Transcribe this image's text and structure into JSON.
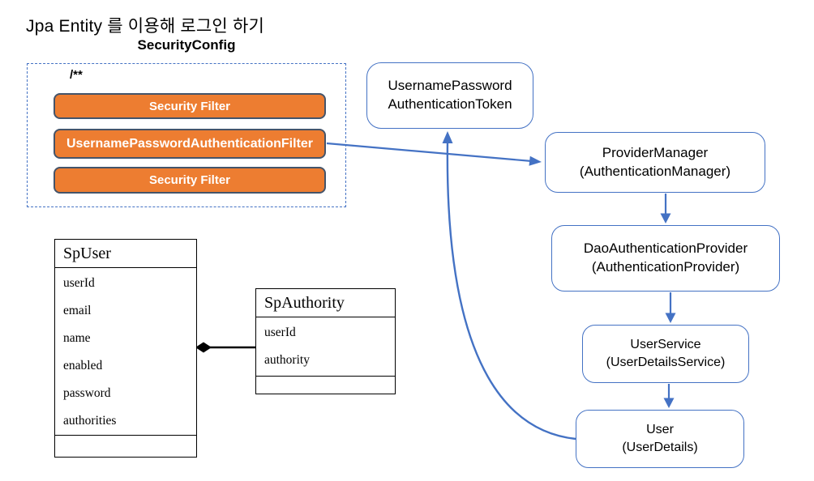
{
  "page": {
    "title": "Jpa Entity 를 이용해 로그인 하기"
  },
  "security_config": {
    "label": "SecurityConfig",
    "comment": "/**",
    "filters": [
      {
        "label": "Security Filter"
      },
      {
        "label": "UsernamePasswordAuthenticationFilter"
      },
      {
        "label": "Security Filter"
      }
    ]
  },
  "flow": {
    "token": {
      "line1": "UsernamePassword",
      "line2": "AuthenticationToken"
    },
    "provider_manager": {
      "line1": "ProviderManager",
      "line2": "(AuthenticationManager)"
    },
    "dao_authentication_provider": {
      "line1": "DaoAuthenticationProvider",
      "line2": "(AuthenticationProvider)"
    },
    "user_service": {
      "line1": "UserService",
      "line2": "(UserDetailsService)"
    },
    "user": {
      "line1": "User",
      "line2": "(UserDetails)"
    }
  },
  "classes": {
    "sp_user": {
      "name": "SpUser",
      "fields": [
        "userId",
        "email",
        "name",
        "enabled",
        "password",
        "authorities"
      ]
    },
    "sp_authority": {
      "name": "SpAuthority",
      "fields": [
        "userId",
        "authority"
      ]
    }
  },
  "colors": {
    "accent_blue": "#4472C4",
    "filter_orange": "#ED7D31",
    "filter_border": "#44546A",
    "class_border": "#000000",
    "filter_text": "#FFFFFF"
  }
}
